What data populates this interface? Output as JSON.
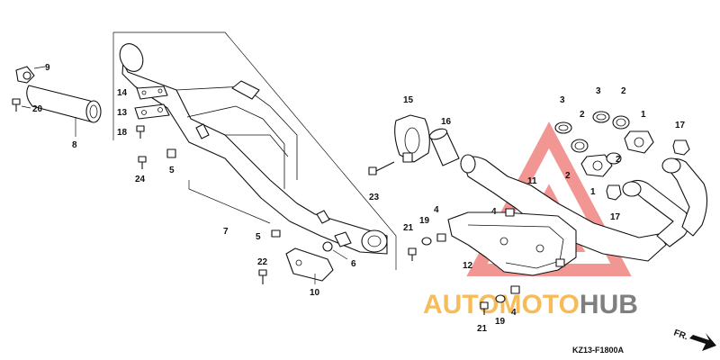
{
  "diagram": {
    "code": "KZ13-F1800A",
    "direction_label": "FR.",
    "watermark": {
      "part1": "AUTOMOTO",
      "part2": "HUB",
      "color_primary": "#f5a623",
      "color_secondary": "#555555",
      "logo_color": "#e8423c"
    },
    "callouts": [
      "9",
      "20",
      "8",
      "14",
      "13",
      "18",
      "24",
      "5",
      "7",
      "5",
      "6",
      "22",
      "10",
      "15",
      "16",
      "23",
      "21",
      "19",
      "4",
      "12",
      "21",
      "19",
      "4",
      "3",
      "2",
      "3",
      "2",
      "1",
      "17",
      "2",
      "1",
      "2",
      "11",
      "4",
      "17"
    ]
  }
}
